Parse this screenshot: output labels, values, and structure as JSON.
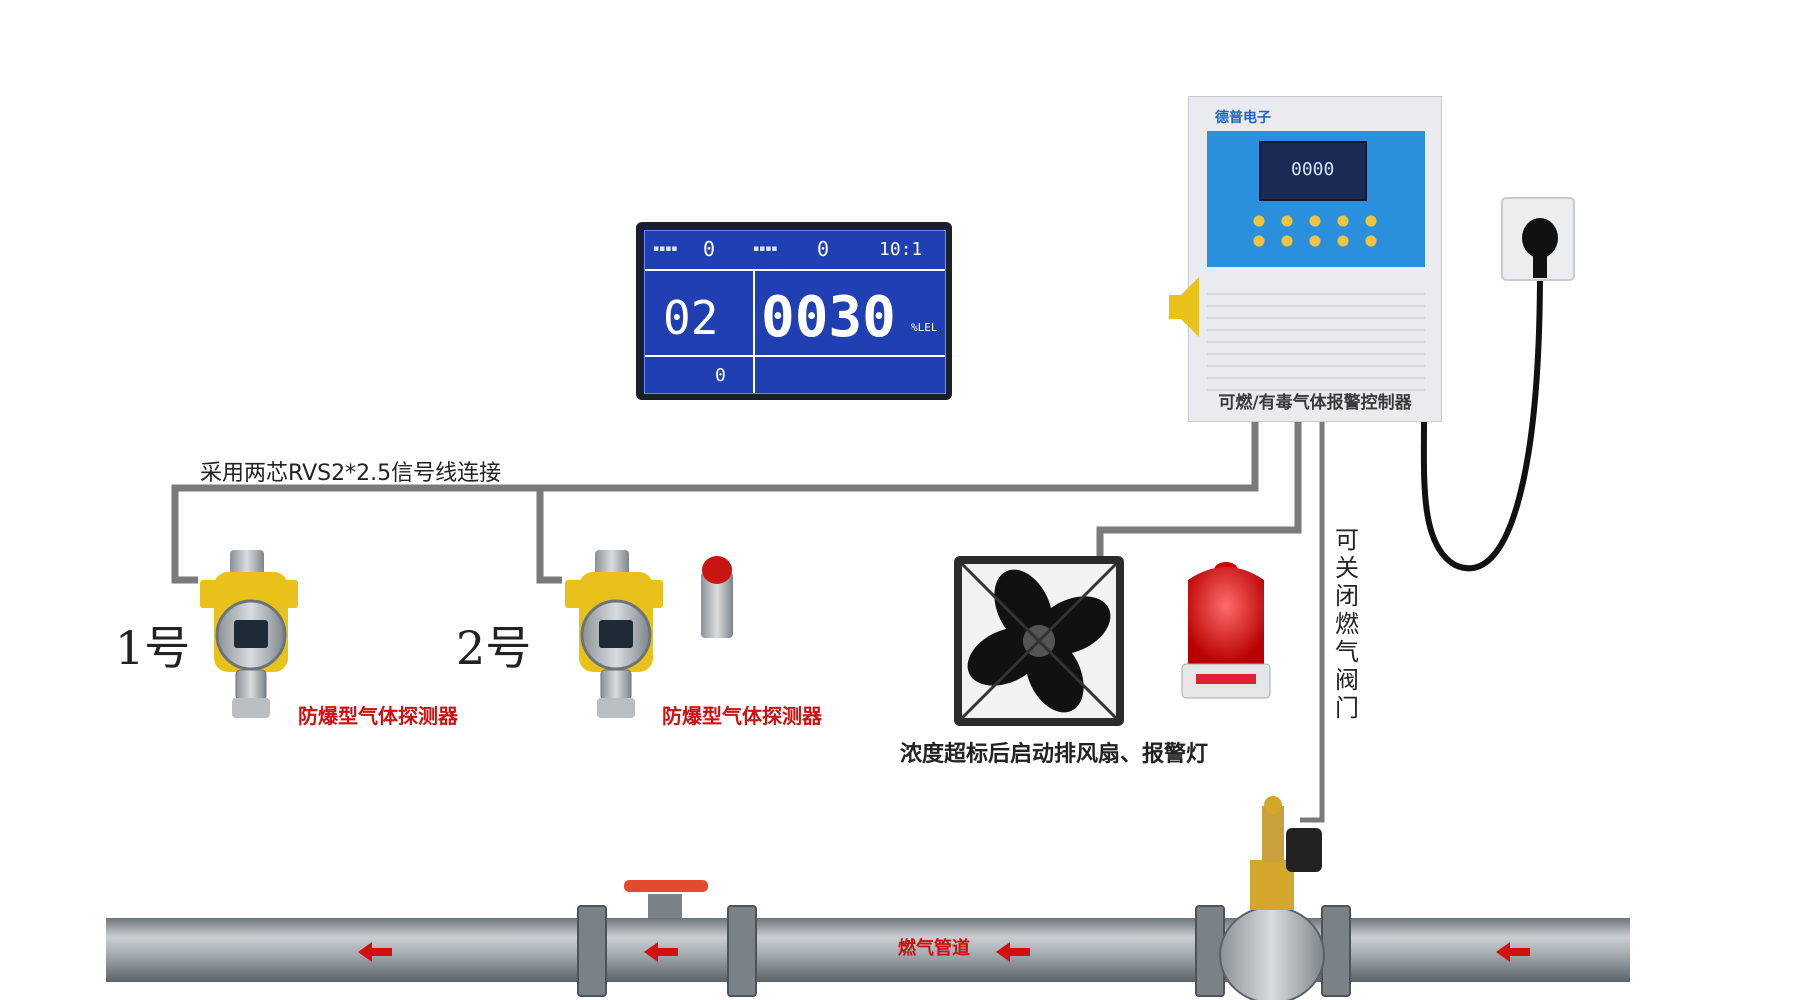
{
  "labels": {
    "wire": "采用两芯RVS2*2.5信号线连接",
    "detector1_number": "1号",
    "detector2_number": "2号",
    "detector1_caption": "防爆型气体探测器",
    "detector2_caption": "防爆型气体探测器",
    "fan_light_caption": "浓度超标后启动排风扇、报警灯",
    "valve_caption": "可关闭燃气阀门",
    "pipe_caption": "燃气管道",
    "controller_brand": "德普电子",
    "controller_name": "可燃/有毒气体报警控制器"
  },
  "lcd_display": {
    "top_left_value": "0",
    "top_mid_value": "0",
    "top_right_value": "10:1",
    "channel": "02",
    "reading": "0030",
    "unit": "%LEL",
    "bottom_left_value": "0"
  },
  "controller_screen": {
    "readout": "0000"
  },
  "colors": {
    "lcd_blue": "#1f3fb3",
    "panel_blue": "#2a8fdc",
    "alarm_red": "#cc1111",
    "detector_yellow": "#e8c21a",
    "pipe_gray": "#8e969c",
    "wire_gray": "#7a7a7a"
  },
  "icons": [
    "lcd-display",
    "alarm-controller",
    "wall-socket-plug",
    "gas-detector",
    "exhaust-fan",
    "alarm-beacon",
    "solenoid-valve",
    "flow-arrow"
  ]
}
